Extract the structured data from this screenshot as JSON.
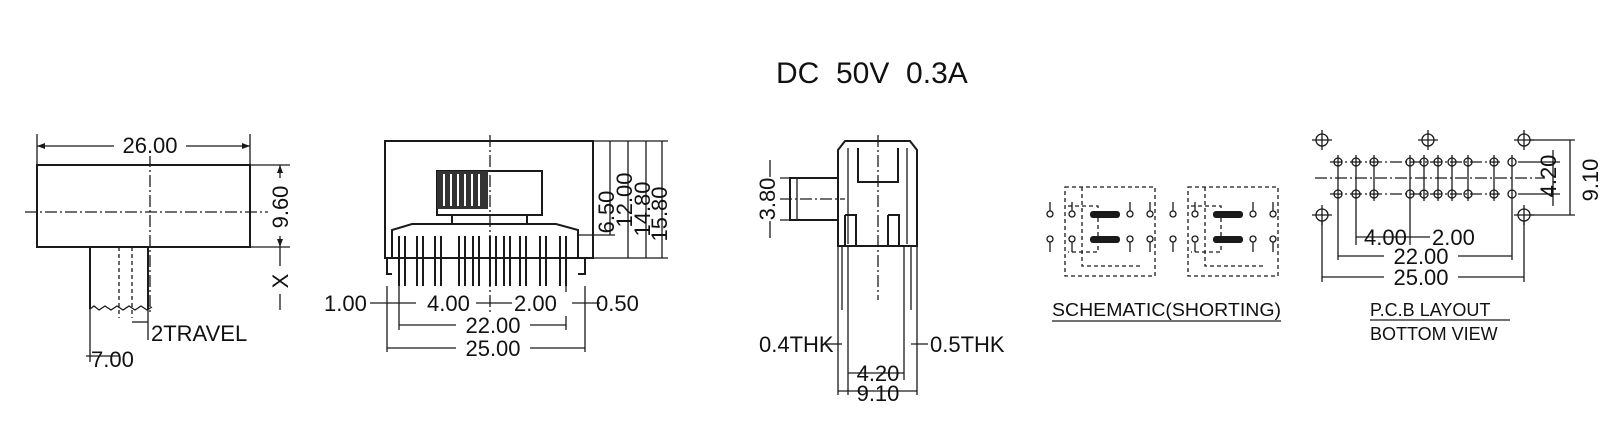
{
  "title": "DC  50V  0.3A",
  "side_view": {
    "width": "26.00",
    "height": "9.60",
    "x_mark": "X",
    "travel": "2TRAVEL",
    "actuator_width": "7.00"
  },
  "front_view": {
    "dim_650": "6.50",
    "dim_1200": "12.00",
    "dim_1480": "14.80",
    "dim_1580": "15.80",
    "left_offset": "1.00",
    "pitch_400": "4.00",
    "pitch_200": "2.00",
    "right_offset": "0.50",
    "span_2200": "22.00",
    "span_2500": "25.00"
  },
  "end_view": {
    "actuator_height": "3.80",
    "left_thk": "0.4THK",
    "right_thk": "0.5THK",
    "row_pitch": "4.20",
    "depth": "9.10"
  },
  "schematic": {
    "caption": "SCHEMATIC(SHORTING)"
  },
  "pcb": {
    "caption_line1": "P.C.B LAYOUT",
    "caption_line2": "BOTTOM VIEW",
    "row_pitch": "4.20",
    "outer": "9.10",
    "pitch_400": "4.00",
    "pitch_200": "2.00",
    "span_2200": "22.00",
    "span_2500": "25.00"
  }
}
